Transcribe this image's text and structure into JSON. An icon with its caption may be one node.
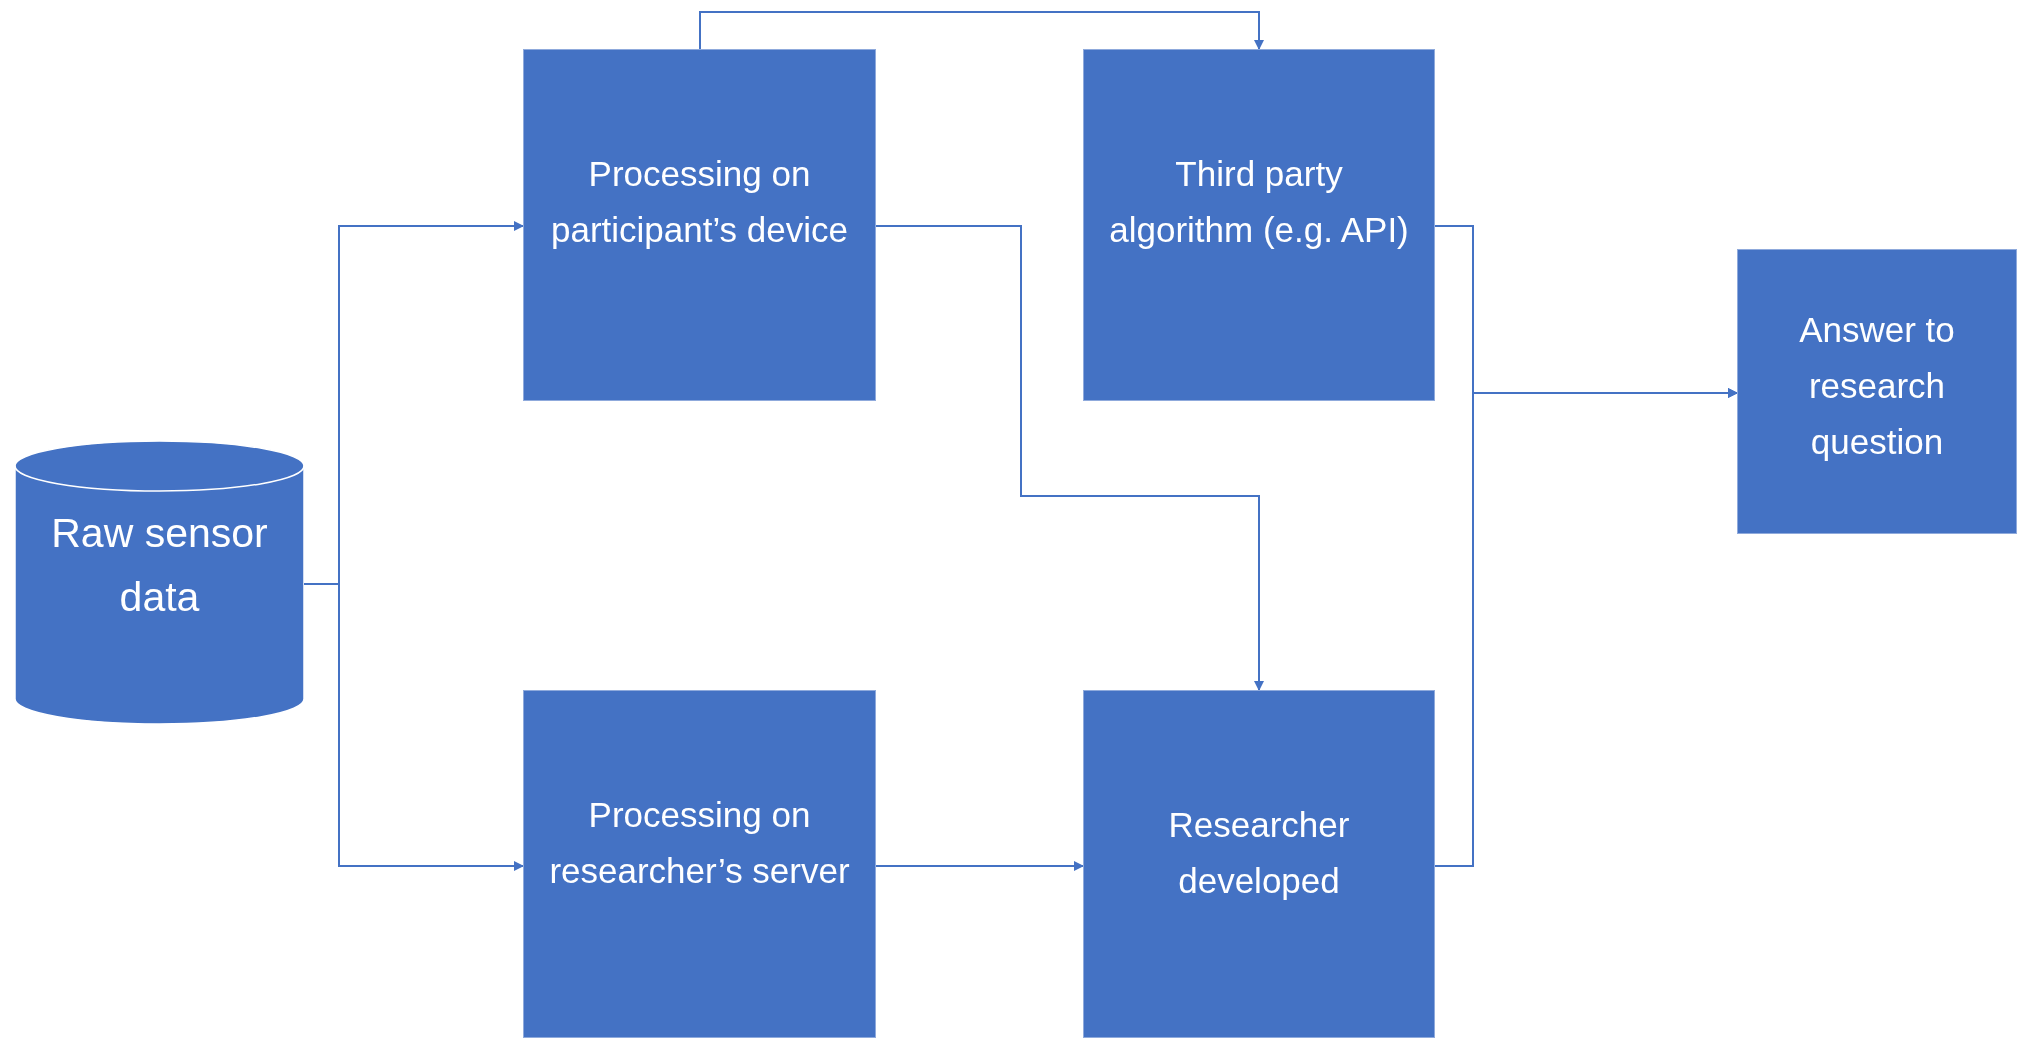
{
  "diagram": {
    "nodes": [
      {
        "text": [
          "Raw sensor data"
        ]
      },
      {
        "text": [
          "Processing on participant’s device"
        ]
      },
      {
        "text": [
          "Third party algorithm (e.g. API)"
        ]
      },
      {
        "text": [
          "Answer to research question"
        ]
      },
      {
        "text": [
          "Processing on researcher’s server"
        ]
      },
      {
        "text": [
          "Researcher developed"
        ]
      }
    ],
    "edges": [
      {
        "from": 0,
        "to": 1,
        "arrow": "to"
      },
      {
        "from": 0,
        "to": 4,
        "arrow": "to"
      },
      {
        "from": 1,
        "to": 2,
        "arrow": "to"
      },
      {
        "from": 1,
        "to": 5,
        "arrow": "to"
      },
      {
        "from": 4,
        "to": 5,
        "arrow": "to"
      },
      {
        "from": 2,
        "to": 3,
        "arrow": "to"
      },
      {
        "from": 5,
        "to": 3,
        "arrow": "to"
      }
    ]
  }
}
